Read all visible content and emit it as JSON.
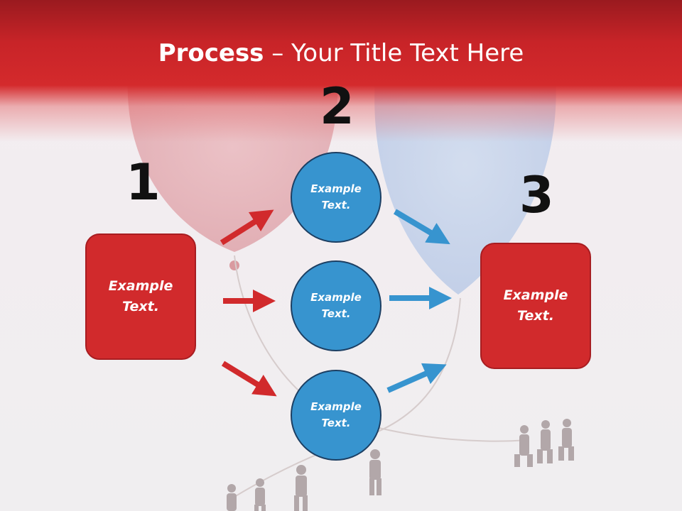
{
  "title": {
    "bold": "Process",
    "rest": " – Your Title Text Here"
  },
  "steps": {
    "n1": "1",
    "n2": "2",
    "n3": "3"
  },
  "left_box": {
    "line1": "Example",
    "line2": "Text."
  },
  "right_box": {
    "line1": "Example",
    "line2": "Text."
  },
  "circles": [
    {
      "line1": "Example",
      "line2": "Text."
    },
    {
      "line1": "Example",
      "line2": "Text."
    },
    {
      "line1": "Example",
      "line2": "Text."
    }
  ],
  "colors": {
    "red": "#d12a2c",
    "blue": "#3794cf",
    "circle_border": "#1c3f63",
    "header": "#c82428"
  }
}
